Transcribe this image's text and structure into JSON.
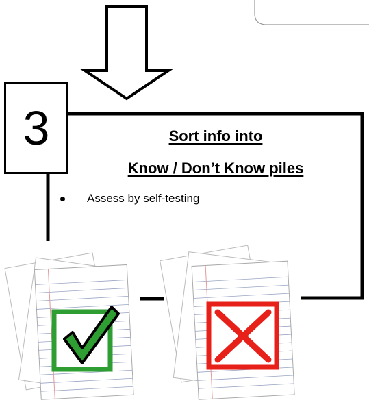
{
  "step": {
    "number": "3"
  },
  "title": {
    "line1": "Sort info into",
    "line2": "Know / Don’t  Know  piles"
  },
  "bullets": [
    "Assess by self-testing"
  ],
  "piles": [
    {
      "name": "know-pile",
      "mark": "checkmark-icon",
      "mark_color": "#2e9e33",
      "mark_stroke": "#000000"
    },
    {
      "name": "dont-know-pile",
      "mark": "x-icon",
      "mark_color": "#e8201a"
    }
  ],
  "colors": {
    "line": "#000000",
    "paper_lines": "#9aa5c4",
    "paper_margin": "#e59a9a"
  }
}
